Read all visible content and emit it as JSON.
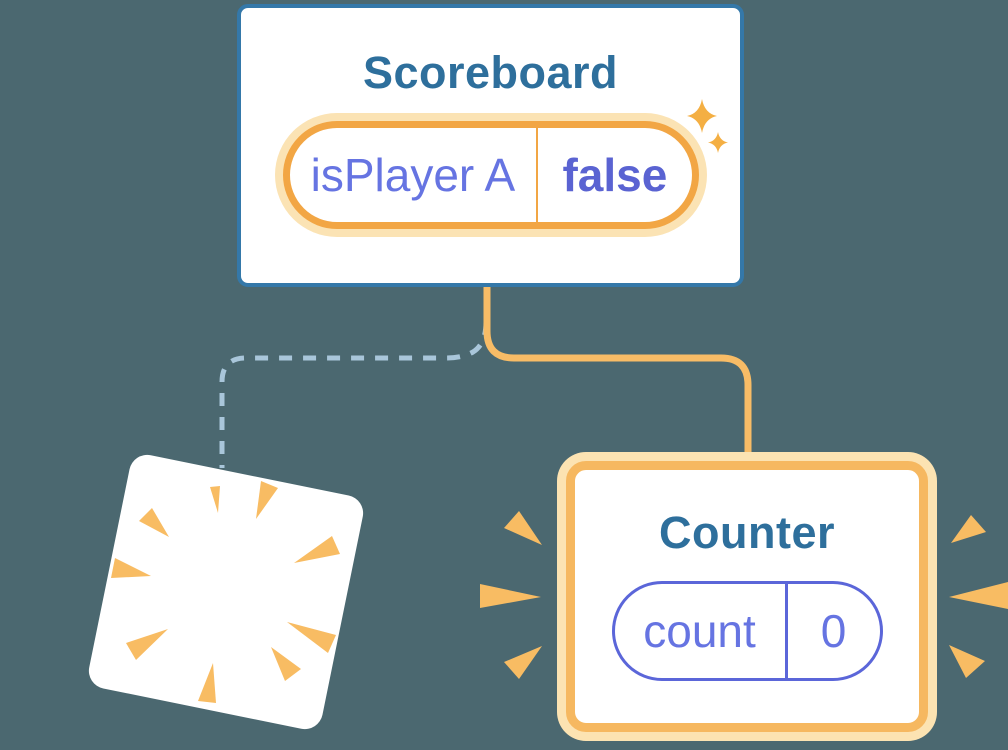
{
  "colors": {
    "background": "#4B6870",
    "card_border_blue": "#3478A9",
    "title_text": "#2E6F9C",
    "state_label": "#6674E2",
    "state_value": "#5A63D2",
    "orange": "#F2A644",
    "orange_soft": "#FBE3B4",
    "connector_orange": "#F8BC66",
    "connector_dashed": "#A9C6DA",
    "counter_border": "#F6B860",
    "counter_border_soft": "#FCE3B2",
    "counter_pill_border": "#5B66D9",
    "burst": "#F8BC63",
    "sparkle": "#F4AF43"
  },
  "scoreboard_card": {
    "title": "Scoreboard",
    "state_pill": {
      "label": "isPlayer A",
      "value": "false"
    }
  },
  "counter_card": {
    "title": "Counter",
    "state_pill": {
      "label": "count",
      "value": "0"
    }
  }
}
